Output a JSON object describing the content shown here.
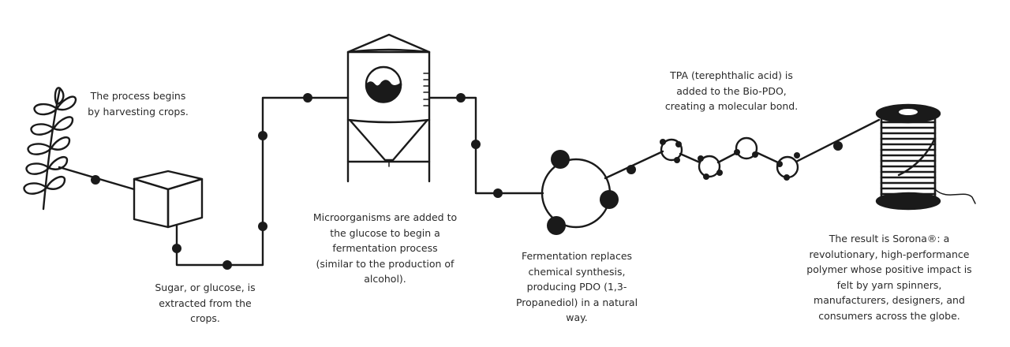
{
  "steps": [
    {
      "id": "harvest",
      "lines": [
        "The process begins",
        "by harvesting crops."
      ]
    },
    {
      "id": "glucose",
      "lines": [
        "Sugar, or glucose, is",
        "extracted from the",
        "crops."
      ]
    },
    {
      "id": "microorganisms",
      "lines": [
        "Microorganisms are added to",
        "the glucose to begin a",
        "fermentation process",
        "(similar to the production of",
        "alcohol)."
      ]
    },
    {
      "id": "fermentation",
      "lines": [
        "Fermentation replaces",
        "chemical synthesis,",
        "producing PDO (1,3-",
        "Propanediol) in a natural",
        "way."
      ]
    },
    {
      "id": "tpa",
      "lines": [
        "TPA (terephthalic acid) is",
        "added to the Bio-PDO,",
        "creating a molecular bond."
      ]
    },
    {
      "id": "result",
      "lines": [
        "The result is Sorona®: a",
        "revolutionary, high-performance",
        "polymer whose positive impact is",
        "felt by yarn spinners,",
        "manufacturers, designers, and",
        "consumers across the globe."
      ]
    }
  ],
  "colors": {
    "ink": "#1a1a1a",
    "text": "#2a2a2a",
    "background": "#ffffff"
  }
}
